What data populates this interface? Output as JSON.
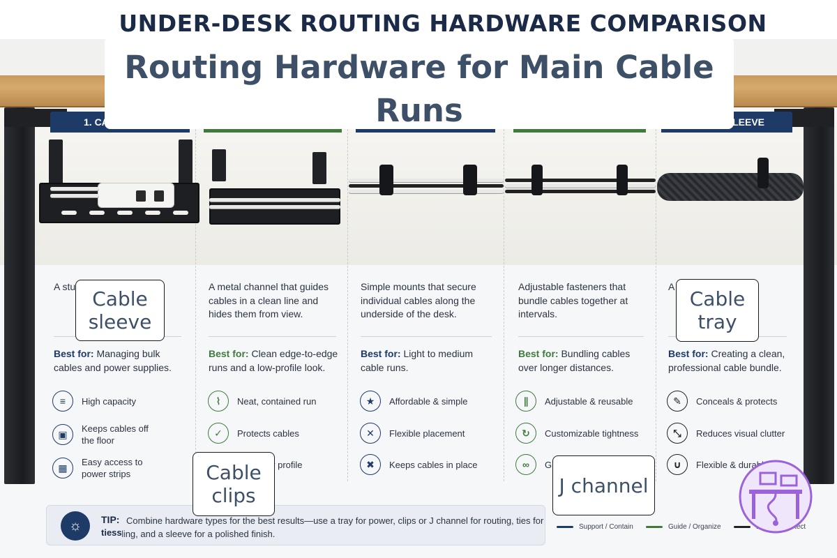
{
  "title": "UNDER-DESK ROUTING HARDWARE COMPARISON",
  "overlay_title": "Routing Hardware for Main Cable Runs",
  "columns": [
    {
      "tab": "1. CA",
      "tab_color": "#1e3a66",
      "description": "A stu… powe… and e…",
      "best_label": "Best for:",
      "best_text": "Managing bulk cables and power supplies.",
      "features": [
        {
          "icon": "capacity-icon",
          "glyph": "≡",
          "text": "High capacity"
        },
        {
          "icon": "floor-icon",
          "glyph": "▣",
          "text": "Keeps cables off the floor"
        },
        {
          "icon": "power-strip-icon",
          "glyph": "▦",
          "text": "Easy access to power strips"
        }
      ]
    },
    {
      "tab": "",
      "tab_color": "#3f7a3c",
      "description": "A metal channel that guides cables in a clean line and hides them from view.",
      "best_label": "Best for:",
      "best_text": "Clean edge-to-edge runs and a low-profile look.",
      "features": [
        {
          "icon": "contained-run-icon",
          "glyph": "⌇",
          "text": "Neat, contained run"
        },
        {
          "icon": "shield-icon",
          "glyph": "✓",
          "text": "Protects cables"
        },
        {
          "icon": "profile-icon",
          "glyph": "―",
          "text": "y profile"
        }
      ]
    },
    {
      "tab": "",
      "tab_color": "#1e3a66",
      "description": "Simple mounts that secure individual cables along the underside of the desk.",
      "best_label": "Best for:",
      "best_text": "Light to medium cable runs.",
      "features": [
        {
          "icon": "affordable-icon",
          "glyph": "★",
          "text": "Affordable & simple"
        },
        {
          "icon": "placement-icon",
          "glyph": "✕",
          "text": "Flexible placement"
        },
        {
          "icon": "in-place-icon",
          "glyph": "✖",
          "text": "Keeps cables in place"
        }
      ]
    },
    {
      "tab": "",
      "tab_color": "#3f7a3c",
      "description": "Adjustable fasteners that bundle cables together at intervals.",
      "best_label": "Best for:",
      "best_text": "Bundling cables over longer distances.",
      "features": [
        {
          "icon": "adjustable-icon",
          "glyph": "∥",
          "text": "Adjustable & reusable"
        },
        {
          "icon": "tightness-icon",
          "glyph": "↻",
          "text": "Customizable tightness"
        },
        {
          "icon": "tie-icon",
          "glyph": "∞",
          "text": "G"
        }
      ]
    },
    {
      "tab": "SLEEVE",
      "tab_color": "#1e3a66",
      "description": "A… m… one pr…",
      "best_label": "Best for:",
      "best_text": "Creating a clean, professional cable bundle.",
      "features": [
        {
          "icon": "conceal-icon",
          "glyph": "✎",
          "text": "Conceals & protects"
        },
        {
          "icon": "clutter-icon",
          "glyph": "⤡",
          "text": "Reduces visual clutter"
        },
        {
          "icon": "flexible-icon",
          "glyph": "∪",
          "text": "Flexible & durable"
        }
      ]
    }
  ],
  "tip": {
    "label": "TIP:",
    "text": "Combine hardware types for the best results—use a tray for power, clips or J channel for routing, ties for bundling, and a sleeve for a polished finish.",
    "tie_word": "tiess"
  },
  "legend": [
    {
      "label": "Support / Contain",
      "color": "#1e3a66"
    },
    {
      "label": "Guide / Organize",
      "color": "#3f7a3c"
    },
    {
      "label": "Bundle / Protect",
      "color": "#222222"
    }
  ],
  "callouts": {
    "sleeve": "Cable sleeve",
    "tray": "Cable tray",
    "clips": "Cable clips",
    "jchannel": "J channel"
  }
}
